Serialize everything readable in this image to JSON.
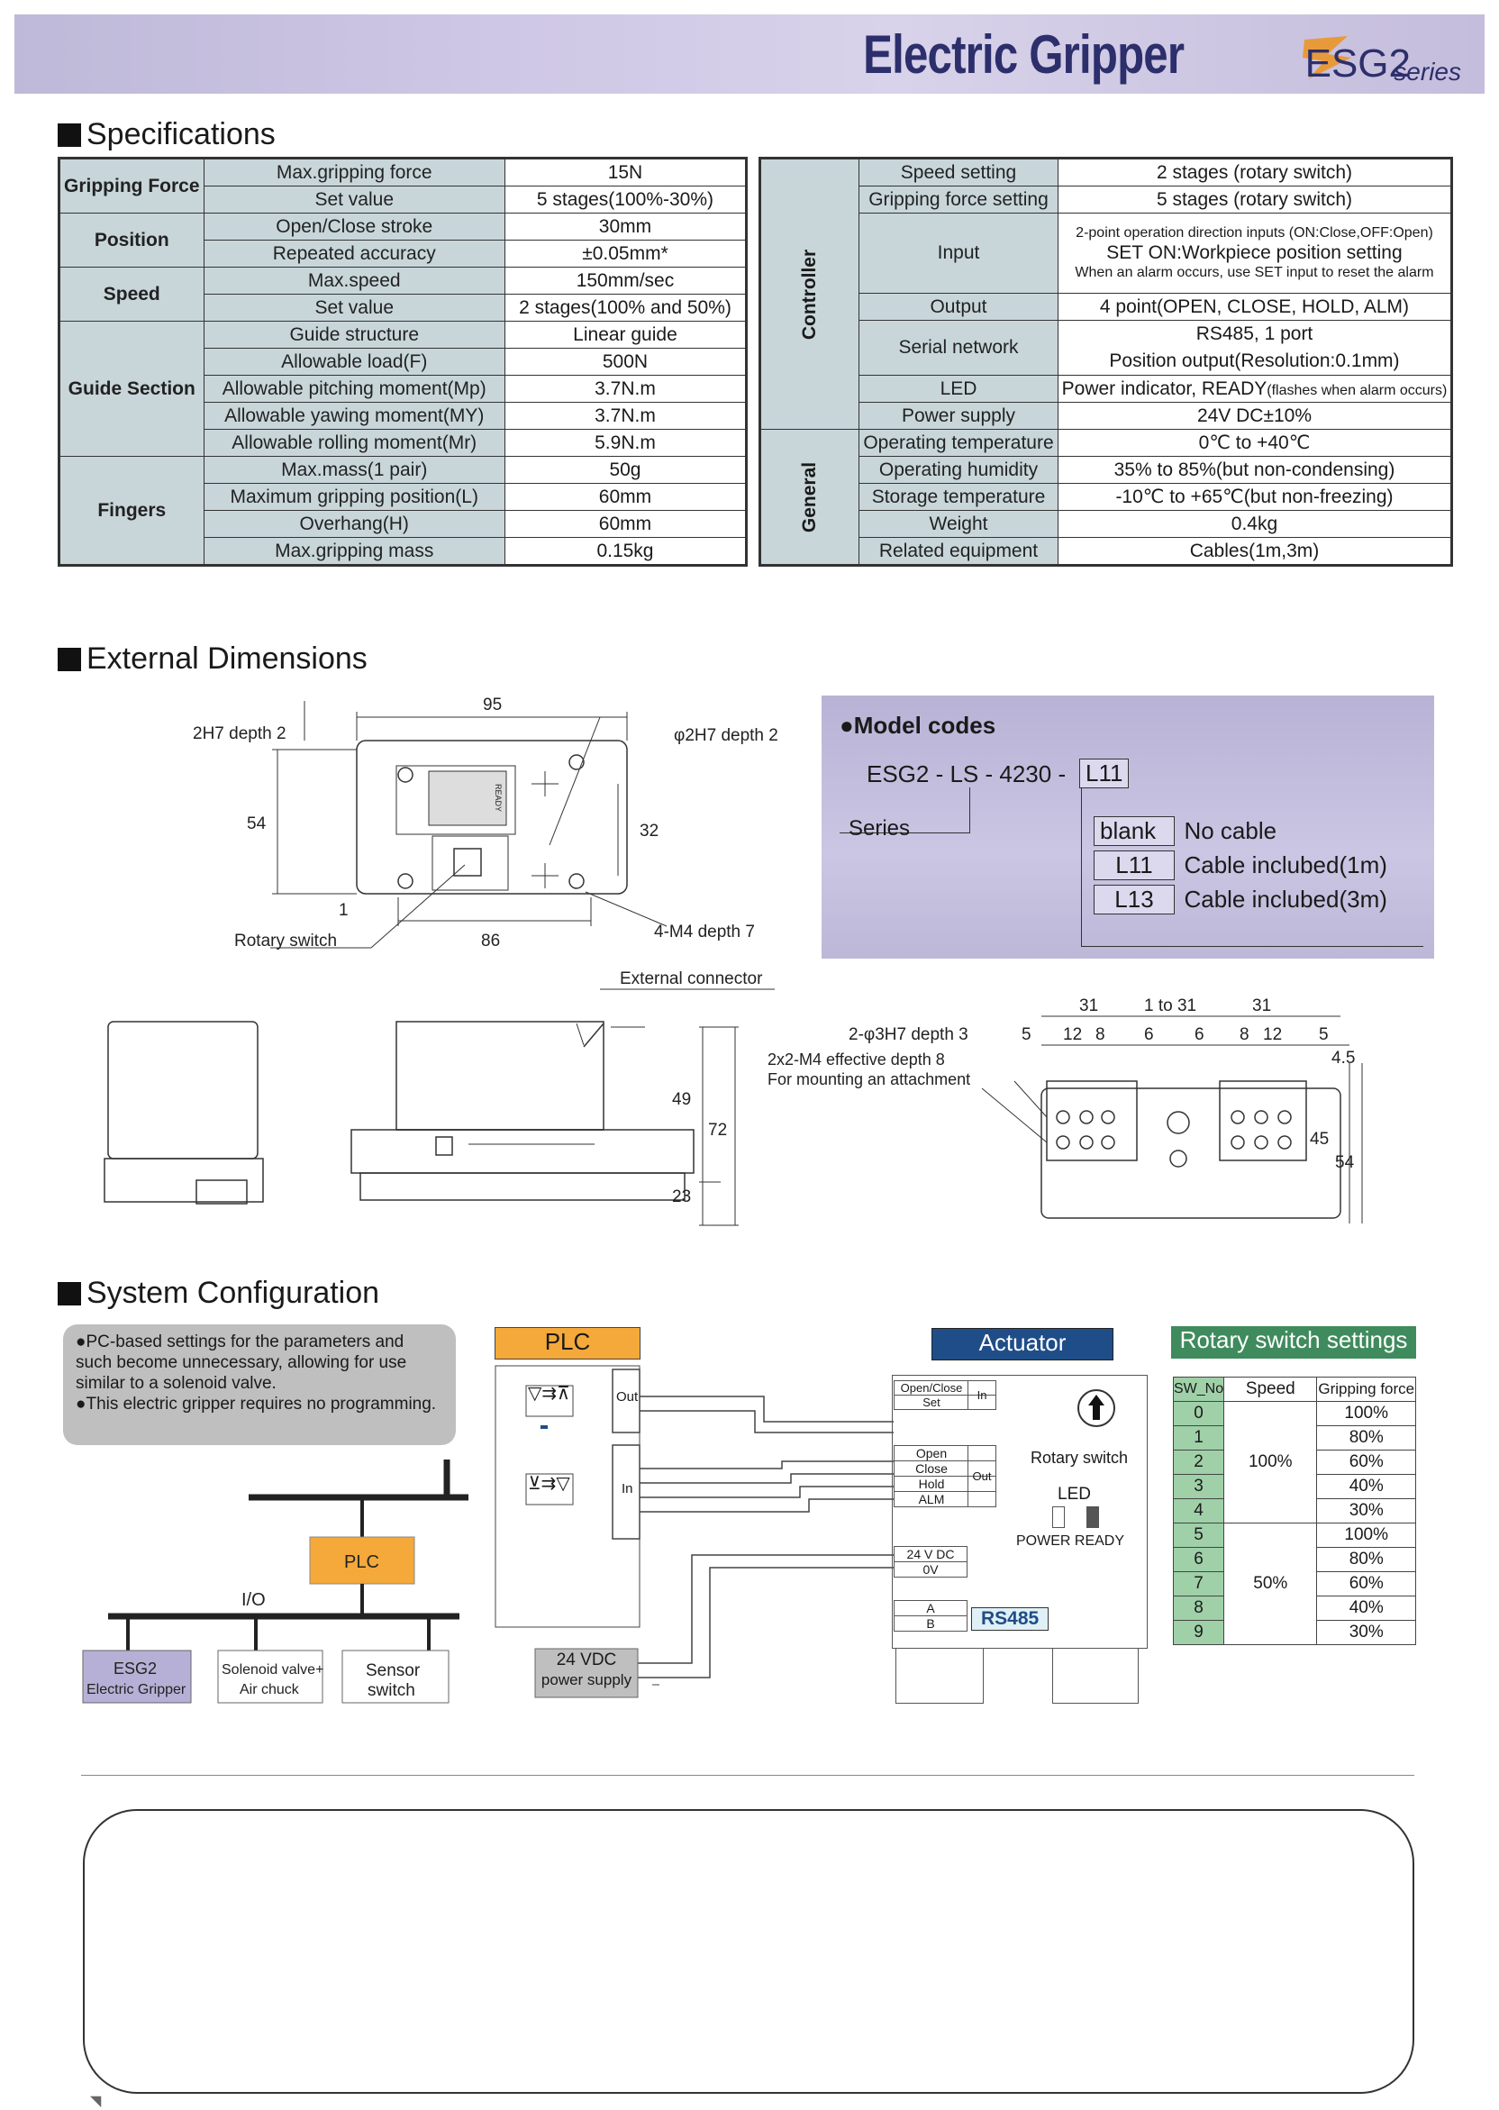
{
  "header": {
    "title": "Electric Gripper",
    "model": "ESG2",
    "series": "series"
  },
  "sections": {
    "specifications": "Specifications",
    "external_dimensions": "External Dimensions",
    "system_configuration": "System Configuration"
  },
  "spec_left": [
    {
      "group": "Gripping Force",
      "item": "Max.gripping force",
      "value": "15N"
    },
    {
      "group": "",
      "item": "Set value",
      "value": "5 stages(100%-30%)"
    },
    {
      "group": "Position",
      "item": "Open/Close stroke",
      "value": "30mm"
    },
    {
      "group": "",
      "item": "Repeated accuracy",
      "value": "±0.05mm*"
    },
    {
      "group": "Speed",
      "item": "Max.speed",
      "value": "150mm/sec"
    },
    {
      "group": "",
      "item": "Set value",
      "value": "2 stages(100% and 50%)"
    },
    {
      "group": "Guide Section",
      "item": "Guide structure",
      "value": "Linear guide"
    },
    {
      "group": "",
      "item": "Allowable load(F)",
      "value": "500N"
    },
    {
      "group": "",
      "item": "Allowable pitching moment(Mp)",
      "value": "3.7N.m"
    },
    {
      "group": "",
      "item": "Allowable yawing moment(MY)",
      "value": "3.7N.m"
    },
    {
      "group": "",
      "item": "Allowable rolling moment(Mr)",
      "value": "5.9N.m"
    },
    {
      "group": "Fingers",
      "item": "Max.mass(1 pair)",
      "value": "50g"
    },
    {
      "group": "",
      "item": "Maximum gripping position(L)",
      "value": "60mm"
    },
    {
      "group": "",
      "item": "Overhang(H)",
      "value": "60mm"
    },
    {
      "group": "",
      "item": "Max.gripping mass",
      "value": "0.15kg"
    }
  ],
  "spec_right": {
    "group_controller": "Controller",
    "group_general": "General",
    "rows": [
      {
        "item": "Speed setting",
        "value": "2 stages (rotary switch)"
      },
      {
        "item": "Gripping force setting",
        "value": "5 stages (rotary switch)"
      },
      {
        "item": "Input",
        "value1": "2-point operation direction inputs (ON:Close,OFF:Open)",
        "value2": "SET ON:Workpiece position setting",
        "value3": "When an alarm occurs, use SET input to reset the alarm"
      },
      {
        "item": "Output",
        "value": "4 point(OPEN, CLOSE, HOLD, ALM)"
      },
      {
        "item": "Serial network",
        "value1": "RS485, 1 port",
        "value2": "Position output(Resolution:0.1mm)"
      },
      {
        "item": "LED",
        "value": "Power indicator, READY",
        "value_small": "(flashes when alarm occurs)"
      },
      {
        "item": "Power supply",
        "value": "24V DC±10%"
      },
      {
        "item": "Operating temperature",
        "value": "0℃ to +40℃"
      },
      {
        "item": "Operating humidity",
        "value": "35% to 85%(but non-condensing)"
      },
      {
        "item": "Storage temperature",
        "value": "-10℃ to +65℃(but non-freezing)"
      },
      {
        "item": "Weight",
        "value": "0.4kg"
      },
      {
        "item": "Related equipment",
        "value": "Cables(1m,3m)"
      }
    ]
  },
  "dimensions": {
    "top_view": {
      "d95": "95",
      "d86": "86",
      "d54": "54",
      "d32": "32",
      "d1": "1",
      "l_2h7": "2H7 depth 2",
      "l_phi2h7": "φ2H7 depth 2",
      "l_rotary": "Rotary switch",
      "l_m4": "4-M4 depth 7",
      "l_ready": "READY"
    },
    "side_view": {
      "l_connector": "External connector",
      "d49": "49",
      "d72": "72",
      "d23": "23"
    },
    "finger_view": {
      "d31a": "31",
      "d1to31": "1 to 31",
      "d31b": "31",
      "d5a": "5",
      "d12a": "12",
      "d8a": "8",
      "d6a": "6",
      "d6b": "6",
      "d8b": "8",
      "d12b": "12",
      "d5b": "5",
      "d4_5": "4.5",
      "d45": "45",
      "d54": "54",
      "l_phi3h7": "2-φ3H7 depth 3",
      "l_m4eff": "2x2-M4 effective depth 8",
      "l_attach": "For mounting an attachment"
    }
  },
  "model_codes": {
    "title": "●Model codes",
    "code_prefix": "ESG2 - LS - 4230 -",
    "code_suffix": "L11",
    "series_label": "Series",
    "options": [
      {
        "code": "blank",
        "desc": "No cable"
      },
      {
        "code": "L11",
        "desc": "Cable inclubed(1m)"
      },
      {
        "code": "L13",
        "desc": "Cable inclubed(3m)"
      }
    ]
  },
  "system_config": {
    "notes": [
      "●PC-based settings for the parameters and such become unnecessary, allowing for use similar to a solenoid valve.",
      "●This electric gripper requires no programming."
    ],
    "bus": {
      "plc": "PLC",
      "io": "I/O",
      "esg2_1": "ESG2",
      "esg2_2": "Electric Gripper",
      "sol_1": "Solenoid valve+",
      "sol_2": "Air chuck",
      "sensor_1": "Sensor",
      "sensor_2": "switch"
    },
    "plc_box": {
      "title": "PLC",
      "out": "Out",
      "in": "In",
      "power_1": "24 VDC",
      "power_2": "power supply"
    },
    "actuator": {
      "title": "Actuator",
      "in_rows": [
        "Open/Close",
        "Set"
      ],
      "in_label": "In",
      "out_rows": [
        "Open",
        "Close",
        "Hold",
        "ALM"
      ],
      "out_label": "Out",
      "power_rows": [
        "24 V DC",
        "0V"
      ],
      "rs_rows": [
        "A",
        "B"
      ],
      "rs485": "RS485",
      "rotary": "Rotary switch",
      "led": "LED",
      "power": "POWER",
      "ready": "READY"
    },
    "rotary_settings": {
      "title": "Rotary switch settings",
      "headers": [
        "SW_No",
        "Speed",
        "Gripping force"
      ],
      "rows": [
        {
          "sw": "0",
          "force": "100%"
        },
        {
          "sw": "1",
          "force": "80%"
        },
        {
          "sw": "2",
          "force": "60%"
        },
        {
          "sw": "3",
          "force": "40%"
        },
        {
          "sw": "4",
          "force": "30%"
        },
        {
          "sw": "5",
          "force": "100%"
        },
        {
          "sw": "6",
          "force": "80%"
        },
        {
          "sw": "7",
          "force": "60%"
        },
        {
          "sw": "8",
          "force": "40%"
        },
        {
          "sw": "9",
          "force": "30%"
        }
      ],
      "speed_a": "100%",
      "speed_b": "50%"
    }
  }
}
